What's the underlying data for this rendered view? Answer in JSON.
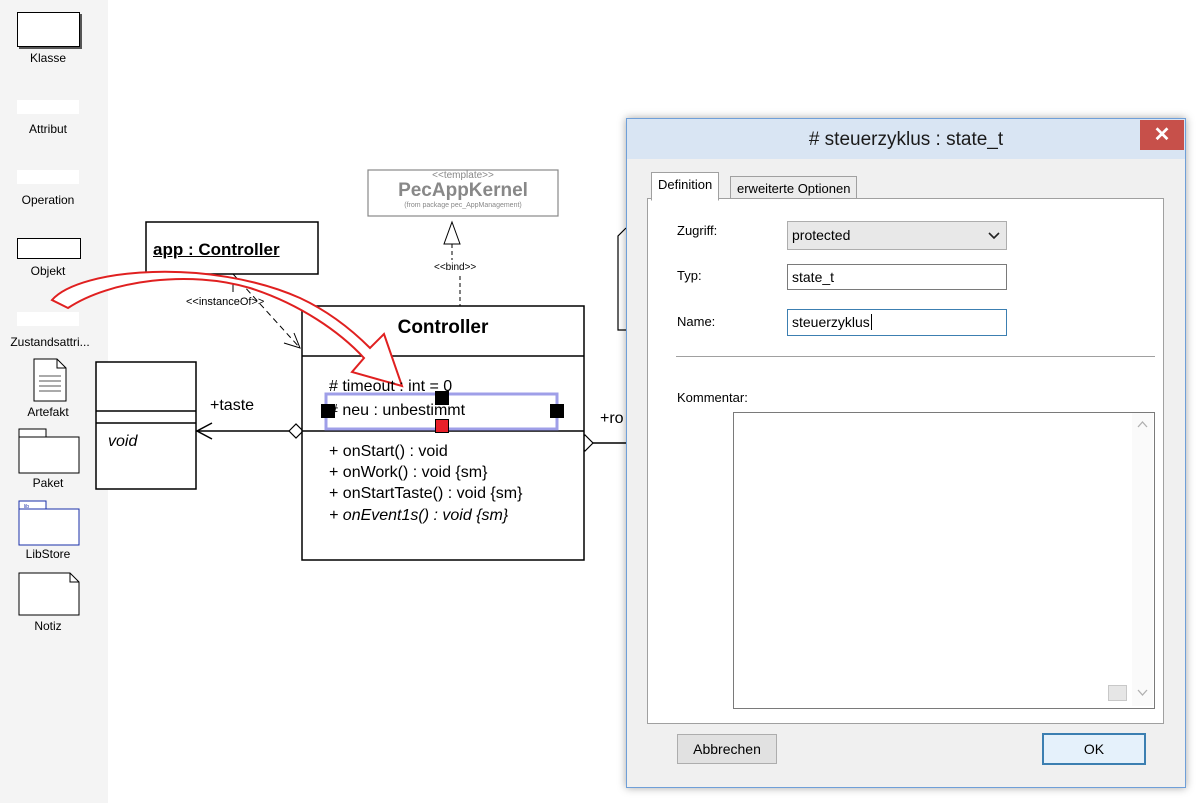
{
  "palette": {
    "items": [
      {
        "label": "Klasse"
      },
      {
        "label": "Attribut"
      },
      {
        "label": "Operation"
      },
      {
        "label": "Objekt"
      },
      {
        "label": "Zustandsattri..."
      },
      {
        "label": "Artefakt"
      },
      {
        "label": "Paket"
      },
      {
        "label": "LibStore"
      },
      {
        "label": "Notiz"
      }
    ]
  },
  "diagram": {
    "object_label": "app : Controller",
    "instance_of": "<<instanceOf>>",
    "template_stereotype": "<<template>>",
    "template_name": "PecAppKernel",
    "template_package": "(from package pec_AppManagement)",
    "bind_label": "<<bind>>",
    "class_name": "Controller",
    "attributes": [
      "# timeout : int = 0",
      "# neu : unbestimmt"
    ],
    "operations": [
      {
        "text": "+ onStart() : void",
        "italic": false
      },
      {
        "text": "+ onWork() : void {sm}",
        "italic": false
      },
      {
        "text": "+ onStartTaste() : void {sm}",
        "italic": false
      },
      {
        "text": "+ onEvent1s() : void {sm}",
        "italic": true
      }
    ],
    "assoc_left": "+taste",
    "assoc_right": "+ro",
    "left_class_fragment": "void"
  },
  "dialog": {
    "title": "# steuerzyklus : state_t",
    "close_glyph": "✕",
    "tabs": [
      {
        "label": "Definition",
        "active": true
      },
      {
        "label": "erweiterte Optionen",
        "active": false
      }
    ],
    "zugriff_label": "Zugriff:",
    "zugriff_value": "protected",
    "typ_label": "Typ:",
    "typ_value": "state_t",
    "name_label": "Name:",
    "name_value": "steuerzyklus",
    "kommentar_label": "Kommentar:",
    "kommentar_value": "",
    "cancel_label": "Abbrechen",
    "ok_label": "OK"
  }
}
